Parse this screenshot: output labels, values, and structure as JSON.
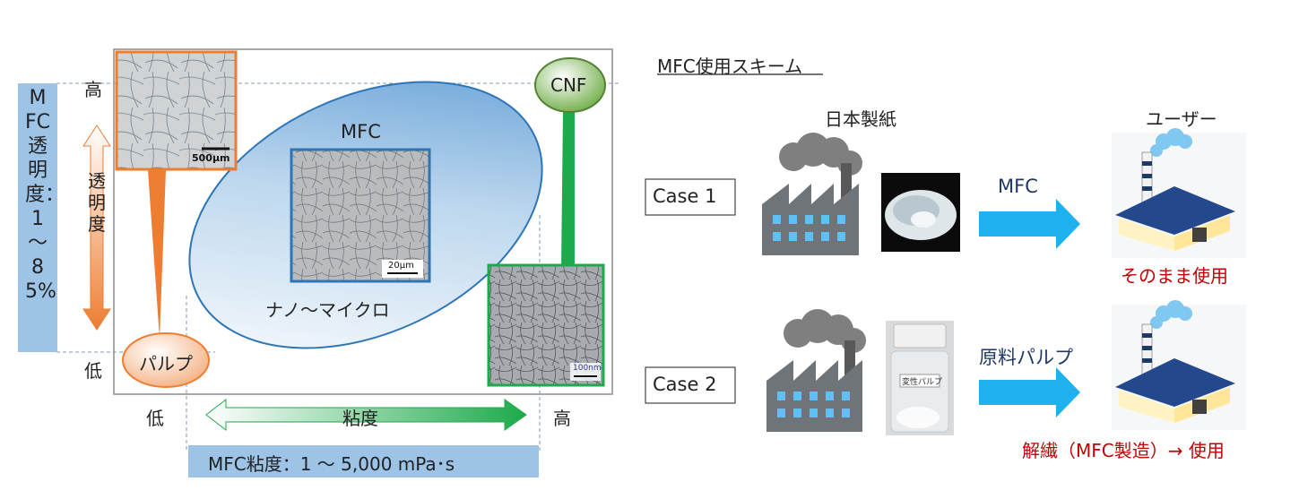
{
  "chart": {
    "left_axis_label": "MFC透明度：1～85%",
    "high_left": "高",
    "low_left": "低",
    "low_bottom": "低",
    "high_bottom": "高",
    "transparency_arrow_label": "透明度",
    "viscosity_arrow_label": "粘度",
    "viscosity_range": "MFC粘度：1 ～ 5,000 mPa･s",
    "mfc_label": "MFC",
    "nano_micro_label": "ナノ～マイクロ",
    "cnf_label": "CNF",
    "pulp_label": "パルプ",
    "scale_pulp": "500μm",
    "scale_mfc": "20μm",
    "scale_cnf": "100nm"
  },
  "scheme": {
    "title": "MFC使用スキーム",
    "col_maker": "日本製紙",
    "col_user": "ユーザー",
    "case1": "Case 1",
    "case2": "Case 2",
    "case1_arrow_label": "MFC",
    "case2_arrow_label": "原料パルプ",
    "case1_result": "そのまま使用",
    "case2_result": "解繊（MFC製造）→ 使用",
    "jar_label": "変性パルプ"
  },
  "colors": {
    "orange": "#ed7d31",
    "green": "#1daa4b",
    "blue_border": "#2e75b6",
    "light_blue": "#9dc3e6",
    "arrow_cyan": "#1fb0ef",
    "red_text": "#c00000",
    "dark_navy": "#1f3864"
  }
}
